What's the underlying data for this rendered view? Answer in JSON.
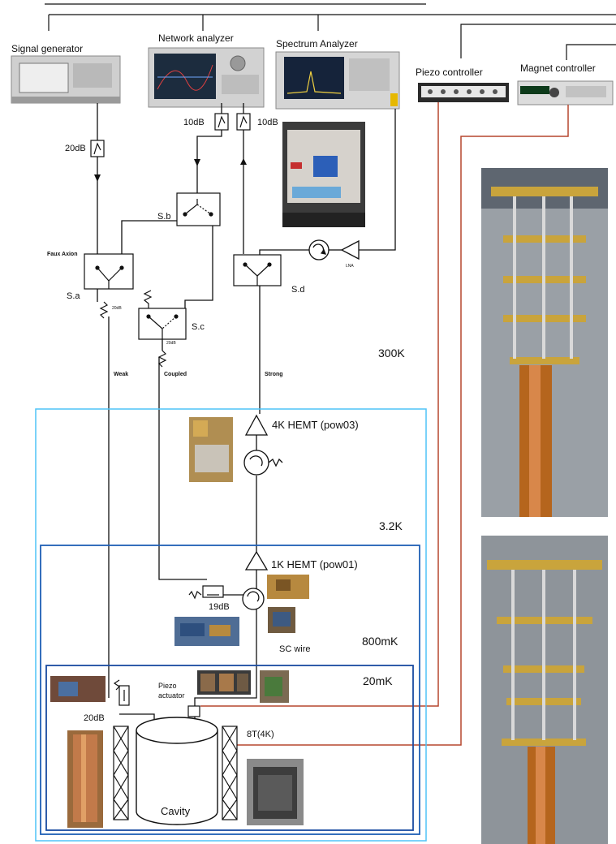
{
  "instruments": {
    "signal_generator": "Signal generator",
    "network_analyzer": "Network analyzer",
    "spectrum_analyzer": "Spectrum Analyzer",
    "piezo_controller": "Piezo controller",
    "magnet_controller": "Magnet controller"
  },
  "attenuators": {
    "sg": "20dB",
    "na": "10dB",
    "sa": "10dB",
    "sa_small": "20dB",
    "sc_small": "20dB",
    "coupler": "19dB",
    "cavity": "20dB"
  },
  "switches": {
    "sa": "S.a",
    "sb": "S.b",
    "sc": "S.c",
    "sd": "S.d"
  },
  "labels": {
    "faux_axion": "Faux Axion",
    "lna": "LNA",
    "weak": "Weak",
    "coupled": "Coupled",
    "strong": "Strong",
    "hemt_4k": "4K HEMT (pow03)",
    "hemt_1k": "1K HEMT (pow01)",
    "sc_wire": "SC wire",
    "piezo_actuator_line1": "Piezo",
    "piezo_actuator_line2": "actuator",
    "magnet": "8T(4K)",
    "cavity": "Cavity"
  },
  "stages": {
    "room": "300K",
    "k32": "3.2K",
    "mk800": "800mK",
    "mk20": "20mK"
  },
  "colors": {
    "line": "#111111",
    "stage_3k": "#4fc3f7",
    "stage_800mk": "#1f5fb5",
    "stage_20mk": "#1a4ba0",
    "control_wire": "#b5472e",
    "copper": "#b5651d",
    "gold": "#c9a43c"
  }
}
